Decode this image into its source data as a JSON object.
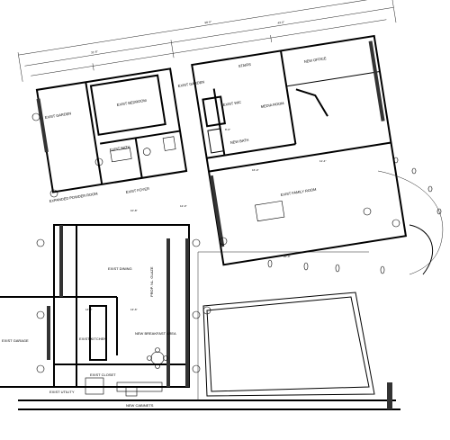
{
  "rooms": {
    "exist_garden_left": "EXIST GARDEN",
    "exist_bedroom": "EXIST BEDROOM",
    "exist_garden_top": "EXIST GARDEN",
    "exist_bath": "EXIST BATH",
    "exist_foyer": "EXIST FOYER",
    "powder": "EXPANDED POWDER ROOM",
    "exist_wic": "EXIST WIC",
    "new_bath": "NEW BATH",
    "media_room": "MEDIA ROOM",
    "new_office": "NEW OFFICE",
    "stairs": "STAIRS",
    "exist_family_room": "EXIST FAMILY ROOM",
    "exist_dining": "EXIST DINING",
    "new_breakfast": "NEW BREAKFAST AREA",
    "exist_kitchen": "EXIST KITCHEN",
    "exist_garage": "EXIST GARAGE",
    "exist_utility": "EXIST UTILITY",
    "new_cabinets": "NEW CABINETS",
    "exist_closet": "EXIST CLOSET",
    "prop_wall": "PROP. NL. GLAZE"
  },
  "dimensions": {
    "top_overall": "98'-0\"",
    "top_left": "31'-6\"",
    "top_right": "43'-0\"",
    "mid_a": "10'-8\"",
    "mid_b": "12'-0\"",
    "mid_c": "16'-0\"",
    "mid_d": "11'-4\"",
    "mid_e": "20'-0\"",
    "mid_f": "8'-0\"",
    "kitchen_w": "14'-0\"",
    "breakfast_w": "13'-6\""
  },
  "colors": {
    "line": "#000000",
    "background": "#ffffff"
  }
}
